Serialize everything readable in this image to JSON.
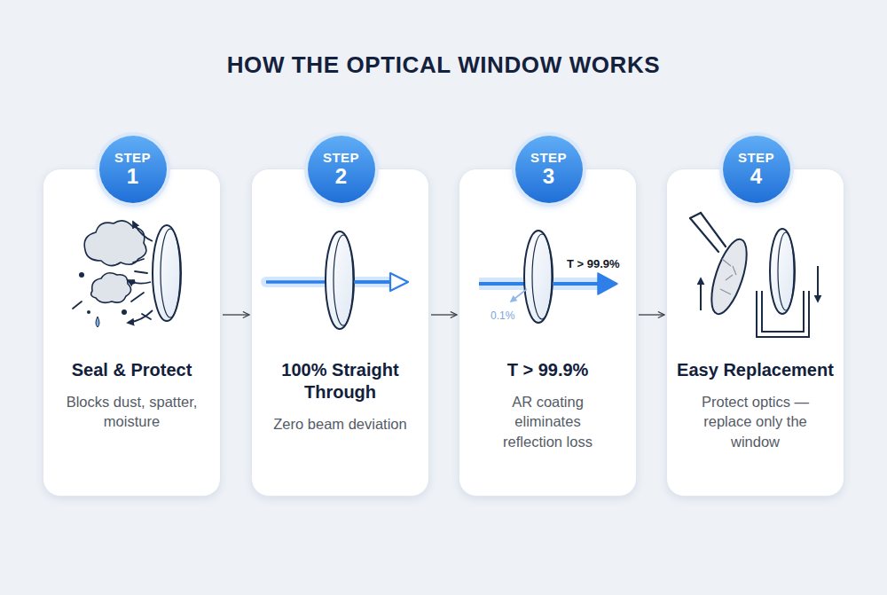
{
  "diagram": {
    "title": "HOW THE OPTICAL WINDOW WORKS",
    "nodes": [
      {
        "text": [
          "Seal & Protect",
          "Blocks dust, spatter, moisture"
        ]
      },
      {
        "text": [
          "STEP",
          "1"
        ],
        "in": 0
      },
      {
        "text": [
          "100% Straight Through",
          "Zero beam deviation"
        ]
      },
      {
        "text": [
          "STEP",
          "2"
        ],
        "in": 2
      },
      {
        "text": [
          "T > 99.9%",
          "AR coating eliminates reflection loss"
        ]
      },
      {
        "text": [
          "STEP",
          "3"
        ],
        "in": 4
      },
      {
        "text": [
          "Easy Replacement",
          "Protect optics — replace only the window"
        ]
      },
      {
        "text": [
          "STEP",
          "4"
        ],
        "in": 6
      }
    ],
    "edges": [
      {
        "from": 0,
        "to": 2,
        "arrow": "to"
      },
      {
        "from": 2,
        "to": 4,
        "arrow": "to"
      },
      {
        "from": 4,
        "to": 6,
        "arrow": "to"
      }
    ],
    "labels": [
      "T > 99.9%",
      "0.1%"
    ]
  }
}
